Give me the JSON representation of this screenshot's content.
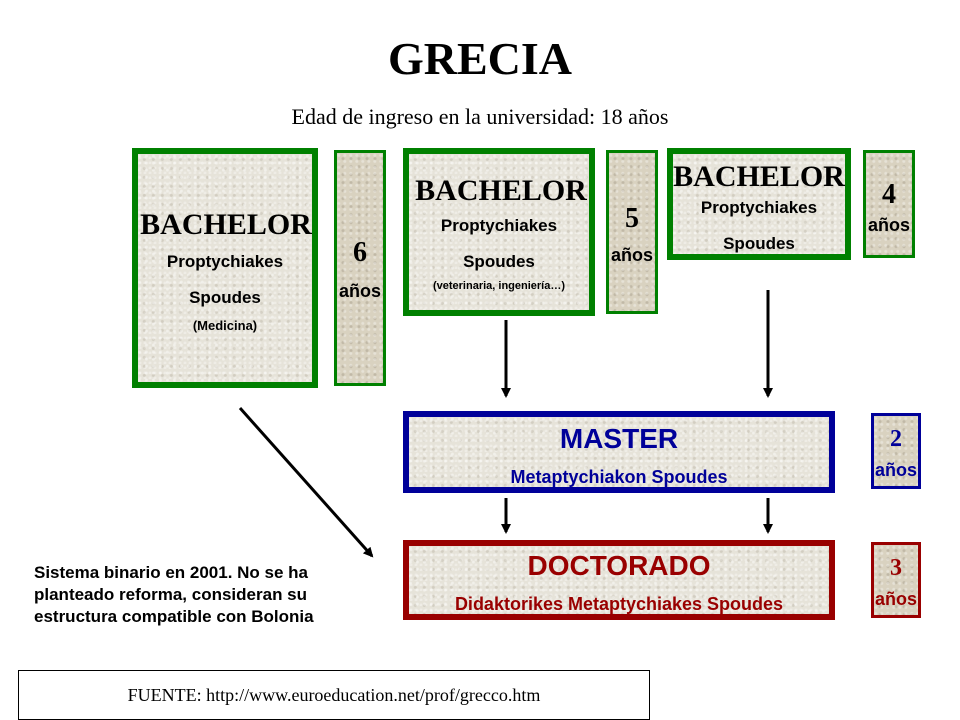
{
  "title": "GRECIA",
  "subtitle": "Edad de ingreso en la universidad: 18 años",
  "boxes": {
    "medicina": {
      "heading": "BACHELOR",
      "line1": "Proptychiakes",
      "line2": "Spoudes",
      "line3": "(Medicina)"
    },
    "veterinaria": {
      "heading": "BACHELOR",
      "line1": "Proptychiakes",
      "line2": "Spoudes",
      "line3": "(veterinaria, ingeniería…)"
    },
    "general": {
      "heading": "BACHELOR",
      "line1": "Proptychiakes",
      "line2": "Spoudes"
    },
    "master": {
      "heading": "MASTER",
      "line1": "Metaptychiakon Spoudes"
    },
    "doctorado": {
      "heading": "DOCTORADO",
      "line1": "Didaktorikes Metaptychiakes Spoudes"
    }
  },
  "durations": {
    "medicina": {
      "num": "6",
      "unit": "años"
    },
    "veterinaria": {
      "num": "5",
      "unit": "años"
    },
    "general": {
      "num": "4",
      "unit": "años"
    },
    "master": {
      "num": "2",
      "unit": "años"
    },
    "doctorado": {
      "num": "3",
      "unit": "años"
    }
  },
  "note": "Sistema binario en 2001. No se ha planteado reforma, consideran su estructura compatible con Bolonia",
  "source": "FUENTE: http://www.euroeducation.net/prof/grecco.htm",
  "colors": {
    "green": "#008000",
    "navy": "#000099",
    "maroon": "#990000"
  }
}
